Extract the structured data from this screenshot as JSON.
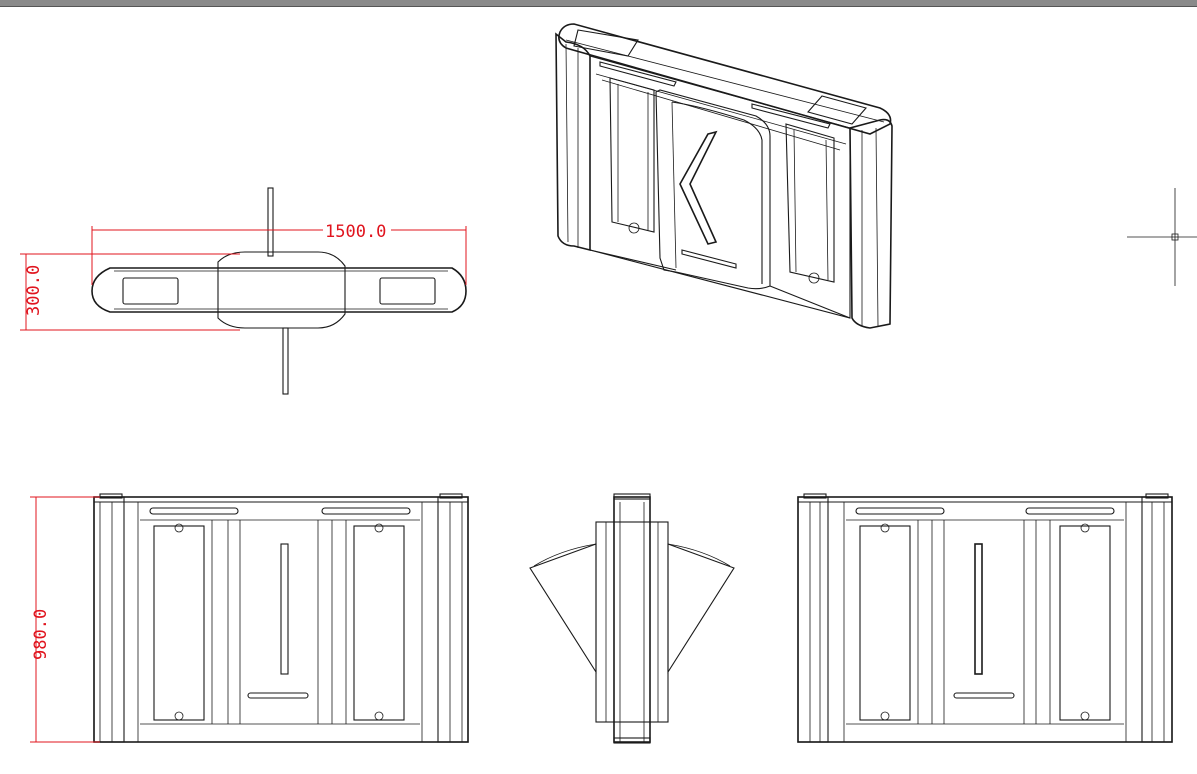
{
  "drawing": {
    "colors": {
      "line": "#1a1a1a",
      "dimension": "#e0141e",
      "background": "#ffffff",
      "topbar": "#8a8a8a"
    },
    "dimensions": {
      "width_label": "1500.0",
      "depth_label": "300.0",
      "height_label": "980.0"
    },
    "views": [
      "top-view",
      "isometric-view",
      "front-view",
      "side-view",
      "rear-view"
    ],
    "cursor": "crosshair-cursor-icon"
  }
}
